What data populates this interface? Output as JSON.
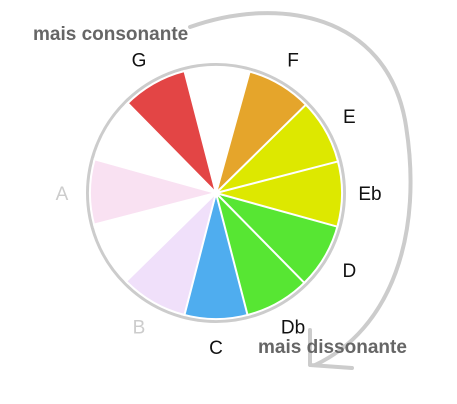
{
  "captions": {
    "consonant": "mais consonante",
    "dissonant": "mais dissonante"
  },
  "colors": {
    "caption": "#666666",
    "circle_outline": "#cccccc",
    "arrow": "#cccccc",
    "label_dark": "#111111",
    "label_faded": "#cccccc"
  },
  "notes": [
    {
      "label": "C",
      "color": "#4fadef",
      "label_color": "#111111"
    },
    {
      "label": "Db",
      "color": "#57e633",
      "label_color": "#111111"
    },
    {
      "label": "D",
      "color": "#57e633",
      "label_color": "#111111"
    },
    {
      "label": "Eb",
      "color": "#dde800",
      "label_color": "#111111"
    },
    {
      "label": "E",
      "color": "#dde800",
      "label_color": "#111111"
    },
    {
      "label": "F",
      "color": "#e5a52b",
      "label_color": "#111111"
    },
    {
      "label": "",
      "color": "#ffffff",
      "label_color": "#111111"
    },
    {
      "label": "G",
      "color": "#e34545",
      "label_color": "#111111"
    },
    {
      "label": "",
      "color": "#ffffff",
      "label_color": "#111111"
    },
    {
      "label": "A",
      "color": "#f9e1f2",
      "label_color": "#cccccc"
    },
    {
      "label": "",
      "color": "#ffffff",
      "label_color": "#111111"
    },
    {
      "label": "B",
      "color": "#f0e0fa",
      "label_color": "#cccccc"
    }
  ]
}
